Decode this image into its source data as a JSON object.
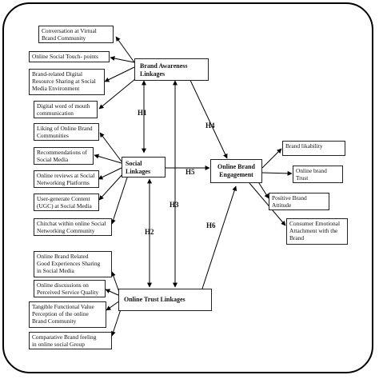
{
  "constructs": {
    "brand_awareness": "Brand Awareness\nLinkages",
    "social": "Social\nLinkages",
    "online_trust": "Online Trust Linkages",
    "engagement": "Online Brand\nEngagement"
  },
  "brand_awareness_items": [
    "Conversation at Virtual\nBrand Community",
    "Online Social Touch- points",
    "Brand-related Digital\nResource Sharing at Social\nMedia Environment",
    "Digital word of mouth\ncommunication"
  ],
  "social_items": [
    "Liking of Online Brand\nCommunities",
    "Recommendations of\nSocial Media",
    "Online reviews at Social\nNetworking Platforms",
    "User-generate Content\n(UGC) at Social Media",
    "Chitchat within online Social\nNetworking Community"
  ],
  "trust_items": [
    "Online Brand Related\nGood Experiences Sharing\nin Social Media",
    "Online discussions on\nPerceived Service Quality",
    "Tangible Functional Value\nPerception of the online\nBrand Community",
    "Comparative Brand feeling\nin online social Group"
  ],
  "engagement_items": [
    "Brand likability",
    "Online brand\nTrust",
    "Positive Brand\nAttitude",
    "Consumer Emotional\nAttachment with the\nBrand"
  ],
  "hypotheses": {
    "h1": "H1",
    "h2": "H2",
    "h3": "H3",
    "h4": "H4",
    "h5": "H5",
    "h6": "H6"
  }
}
